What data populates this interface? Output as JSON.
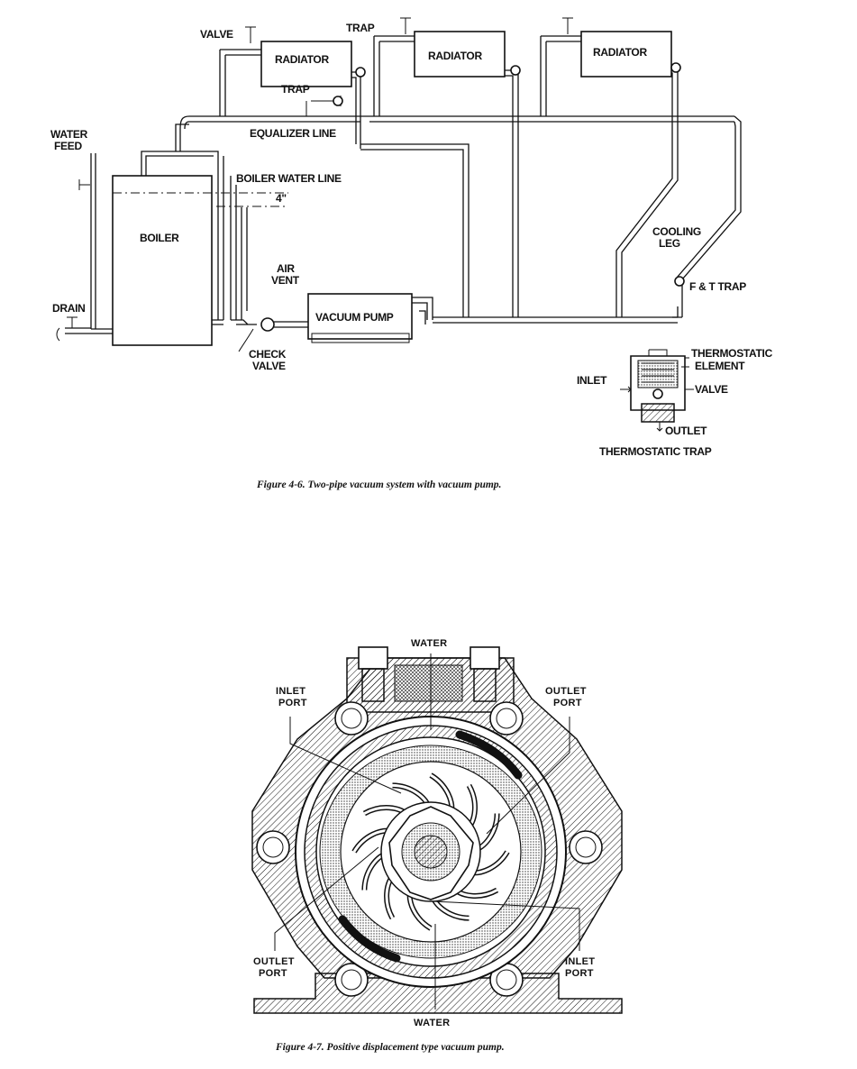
{
  "figure1": {
    "caption": "Figure 4-6.   Two-pipe vacuum system with vacuum pump.",
    "labels": {
      "valve": "VALVE",
      "trap_top": "TRAP",
      "radiator_1": "RADIATOR",
      "radiator_2": "RADIATOR",
      "radiator_3": "RADIATOR",
      "trap_mid": "TRAP",
      "equalizer_line": "EQUALIZER LINE",
      "water_feed_1": "WATER",
      "water_feed_2": "FEED",
      "boiler_water_line": "BOILER WATER LINE",
      "dimension": "4\"",
      "boiler": "BOILER",
      "drain": "DRAIN",
      "air_vent_1": "AIR",
      "air_vent_2": "VENT",
      "vacuum_pump": "VACUUM PUMP",
      "check_valve_1": "CHECK",
      "check_valve_2": "VALVE",
      "cooling_leg_1": "COOLING",
      "cooling_leg_2": "LEG",
      "ft_trap": "F & T TRAP",
      "thermostatic_element_1": "THERMOSTATIC",
      "thermostatic_element_2": "ELEMENT",
      "inlet": "INLET",
      "valve_inset": "VALVE",
      "outlet": "OUTLET",
      "thermostatic_trap": "THERMOSTATIC TRAP"
    }
  },
  "figure2": {
    "caption": "Figure 4-7.   Positive displacement type vacuum pump.",
    "labels": {
      "water_top": "WATER",
      "inlet_port_left_1": "INLET",
      "inlet_port_left_2": "PORT",
      "outlet_port_right_1": "OUTLET",
      "outlet_port_right_2": "PORT",
      "outlet_port_left_1": "OUTLET",
      "outlet_port_left_2": "PORT",
      "inlet_port_right_1": "INLET",
      "inlet_port_right_2": "PORT",
      "water_bottom": "WATER"
    }
  }
}
